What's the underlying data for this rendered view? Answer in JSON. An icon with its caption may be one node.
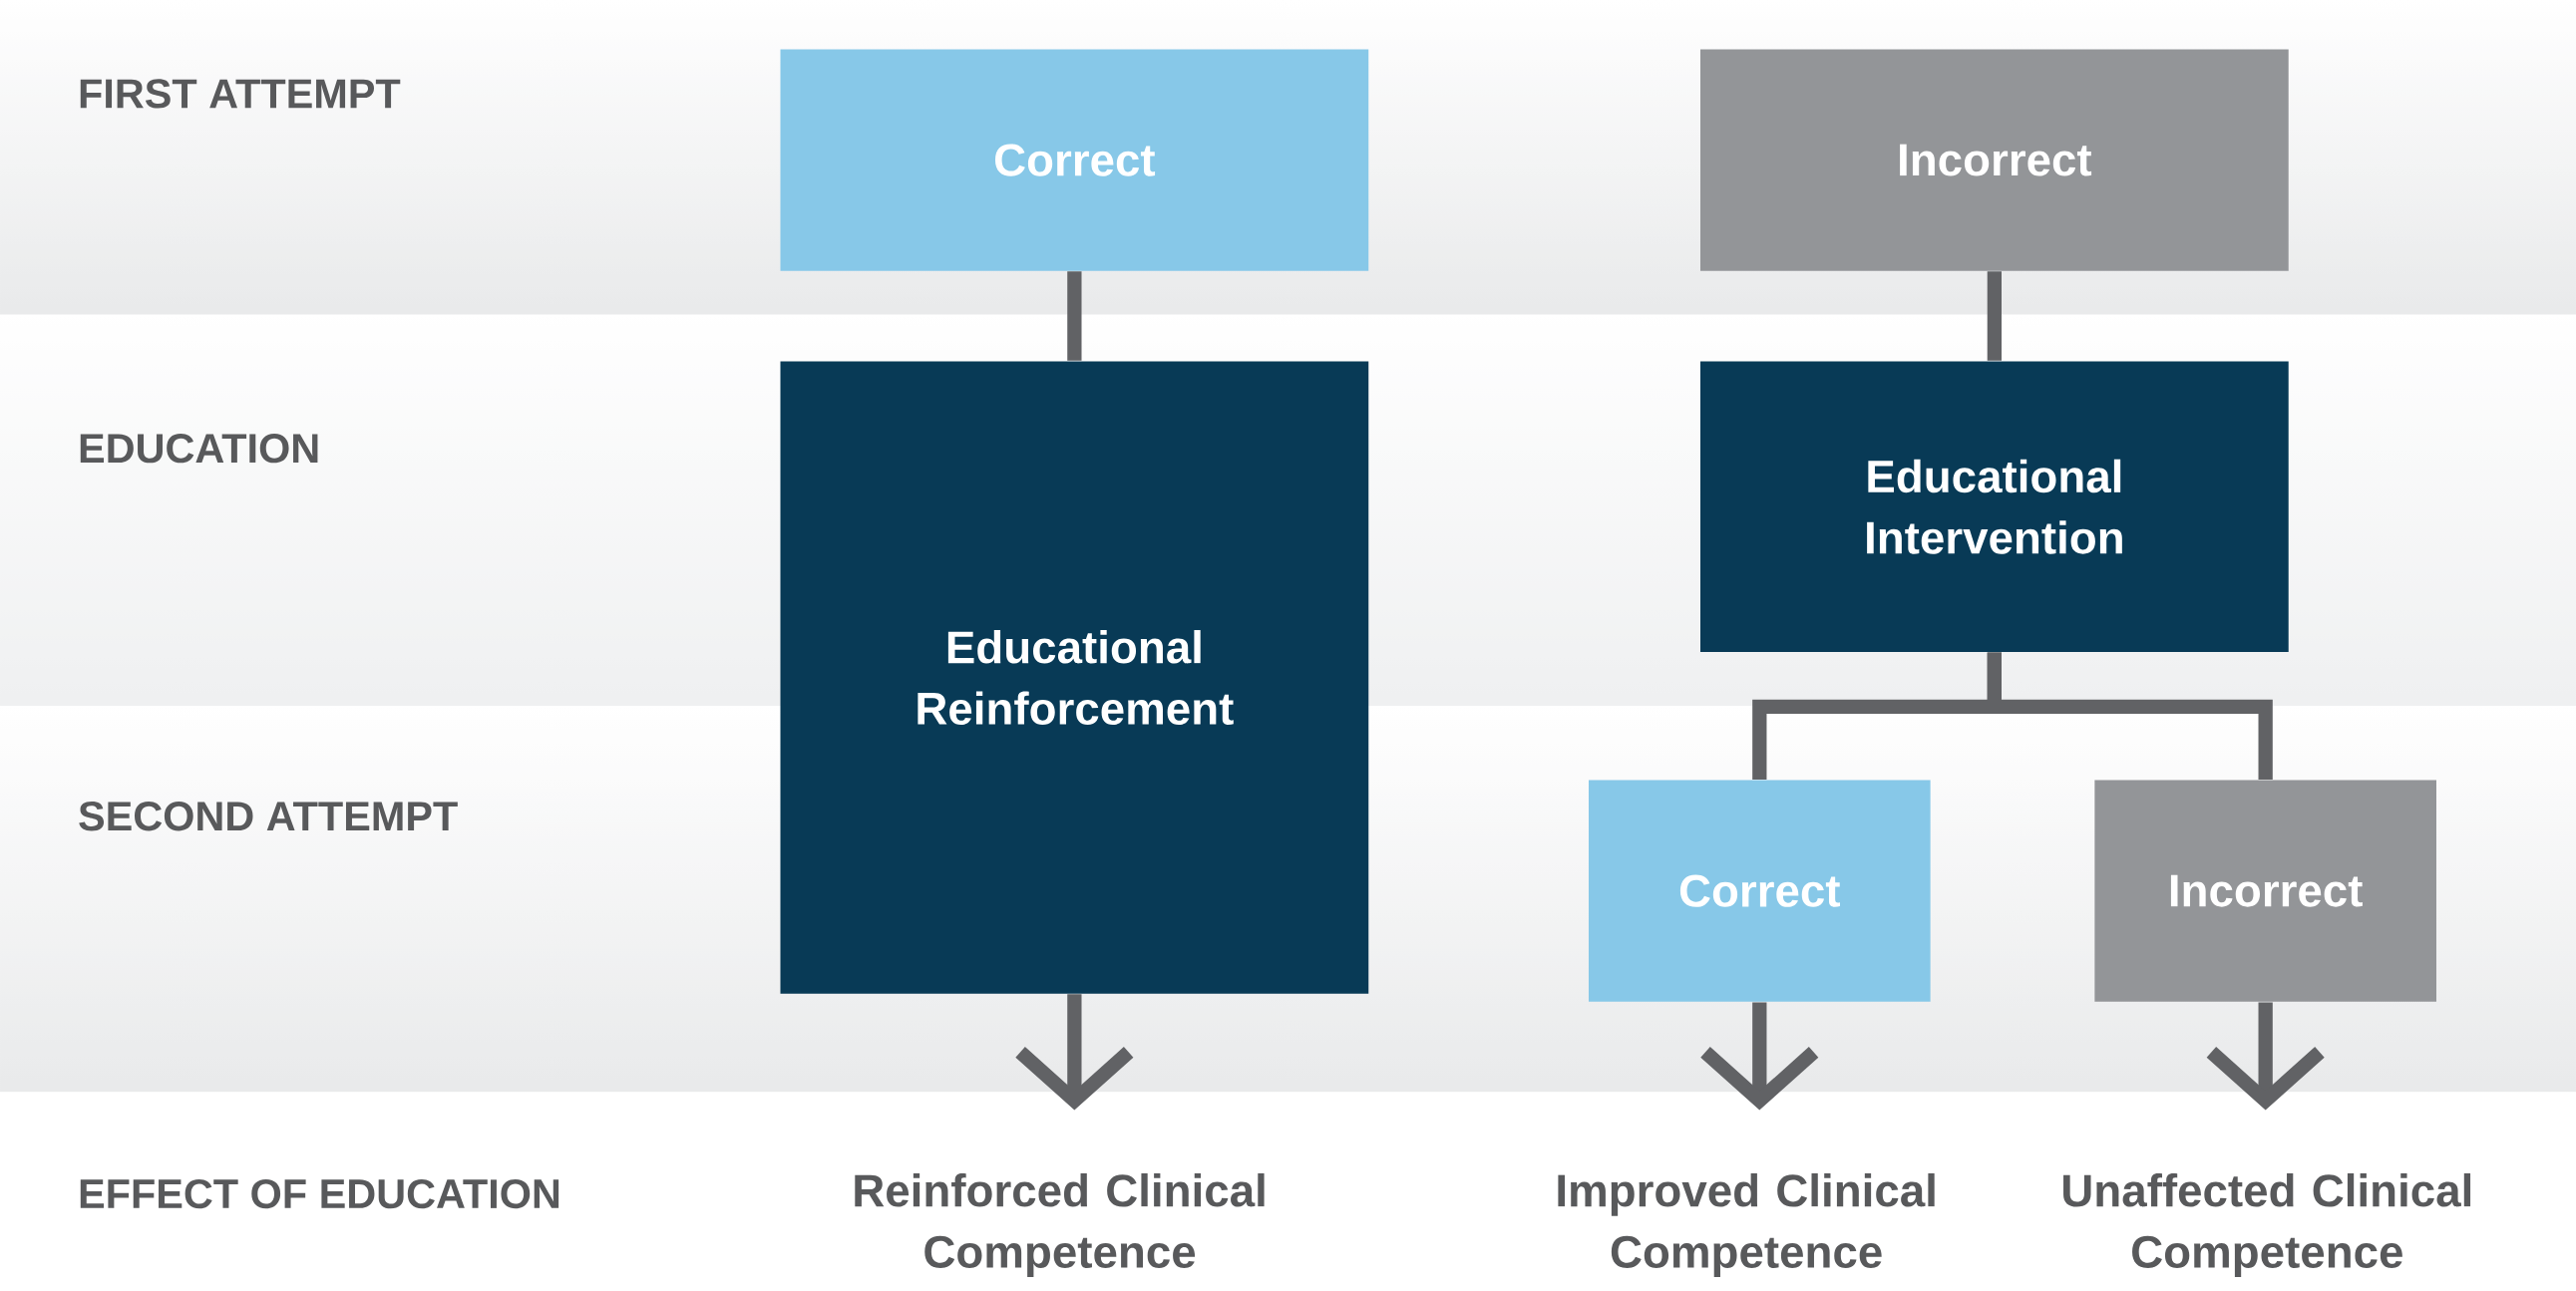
{
  "diagram": {
    "nodes": [
      {
        "text": [
          "Correct"
        ]
      },
      {
        "text": [
          "Incorrect"
        ]
      },
      {
        "text": [
          "Educational Reinforcement"
        ]
      },
      {
        "text": [
          "Educational Intervention"
        ]
      },
      {
        "text": [
          "Correct"
        ]
      },
      {
        "text": [
          "Incorrect"
        ]
      },
      {
        "text": [
          "Reinforced Clinical Competence"
        ]
      },
      {
        "text": [
          "Improved Clinical Competence"
        ]
      },
      {
        "text": [
          "Unaffected Clinical Competence"
        ]
      }
    ],
    "edges": [
      {
        "from": 0,
        "to": 2,
        "arrow": "none"
      },
      {
        "from": 1,
        "to": 3,
        "arrow": "none"
      },
      {
        "from": 3,
        "to": 4,
        "arrow": "none"
      },
      {
        "from": 3,
        "to": 5,
        "arrow": "none"
      },
      {
        "from": 2,
        "to": 6,
        "arrow": "to"
      },
      {
        "from": 4,
        "to": 7,
        "arrow": "to"
      },
      {
        "from": 5,
        "to": 8,
        "arrow": "to"
      }
    ],
    "labels": [
      "FIRST ATTEMPT",
      "EDUCATION",
      "SECOND ATTEMPT",
      "EFFECT OF EDUCATION"
    ]
  }
}
